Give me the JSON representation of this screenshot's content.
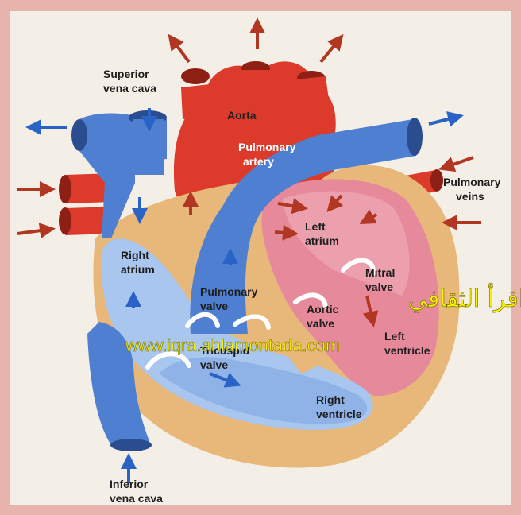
{
  "labels": {
    "superior_vena_cava": [
      "Superior",
      "vena cava"
    ],
    "aorta": "Aorta",
    "pulmonary_artery": [
      "Pulmonary",
      "artery"
    ],
    "pulmonary_veins": [
      "Pulmonary",
      "veins"
    ],
    "left_atrium": [
      "Left",
      "atrium"
    ],
    "right_atrium": [
      "Right",
      "atrium"
    ],
    "mitral_valve": [
      "Mitral",
      "valve"
    ],
    "pulmonary_valve": [
      "Pulmonary",
      "valve"
    ],
    "aortic_valve": [
      "Aortic",
      "valve"
    ],
    "tricuspid_valve": [
      "Tricuspid",
      "valve"
    ],
    "left_ventricle": [
      "Left",
      "ventricle"
    ],
    "right_ventricle": [
      "Right",
      "ventricle"
    ],
    "inferior_vena_cava": [
      "Inferior",
      "vena cava"
    ]
  },
  "watermark": {
    "arabic": "منتدى اقرأ الثقافي",
    "url": "www.iqra.ahlamontada.com"
  },
  "colors": {
    "frame": "#e9b3ad",
    "panel": "#f4efe6",
    "oxygenated": "#dc3b2c",
    "deoxygenated": "#4f7fd0",
    "muscle": "#e8b87a",
    "left_chamber": "#e6899a",
    "right_chamber": "#a9c6ee",
    "watermark": "#f7f200"
  }
}
